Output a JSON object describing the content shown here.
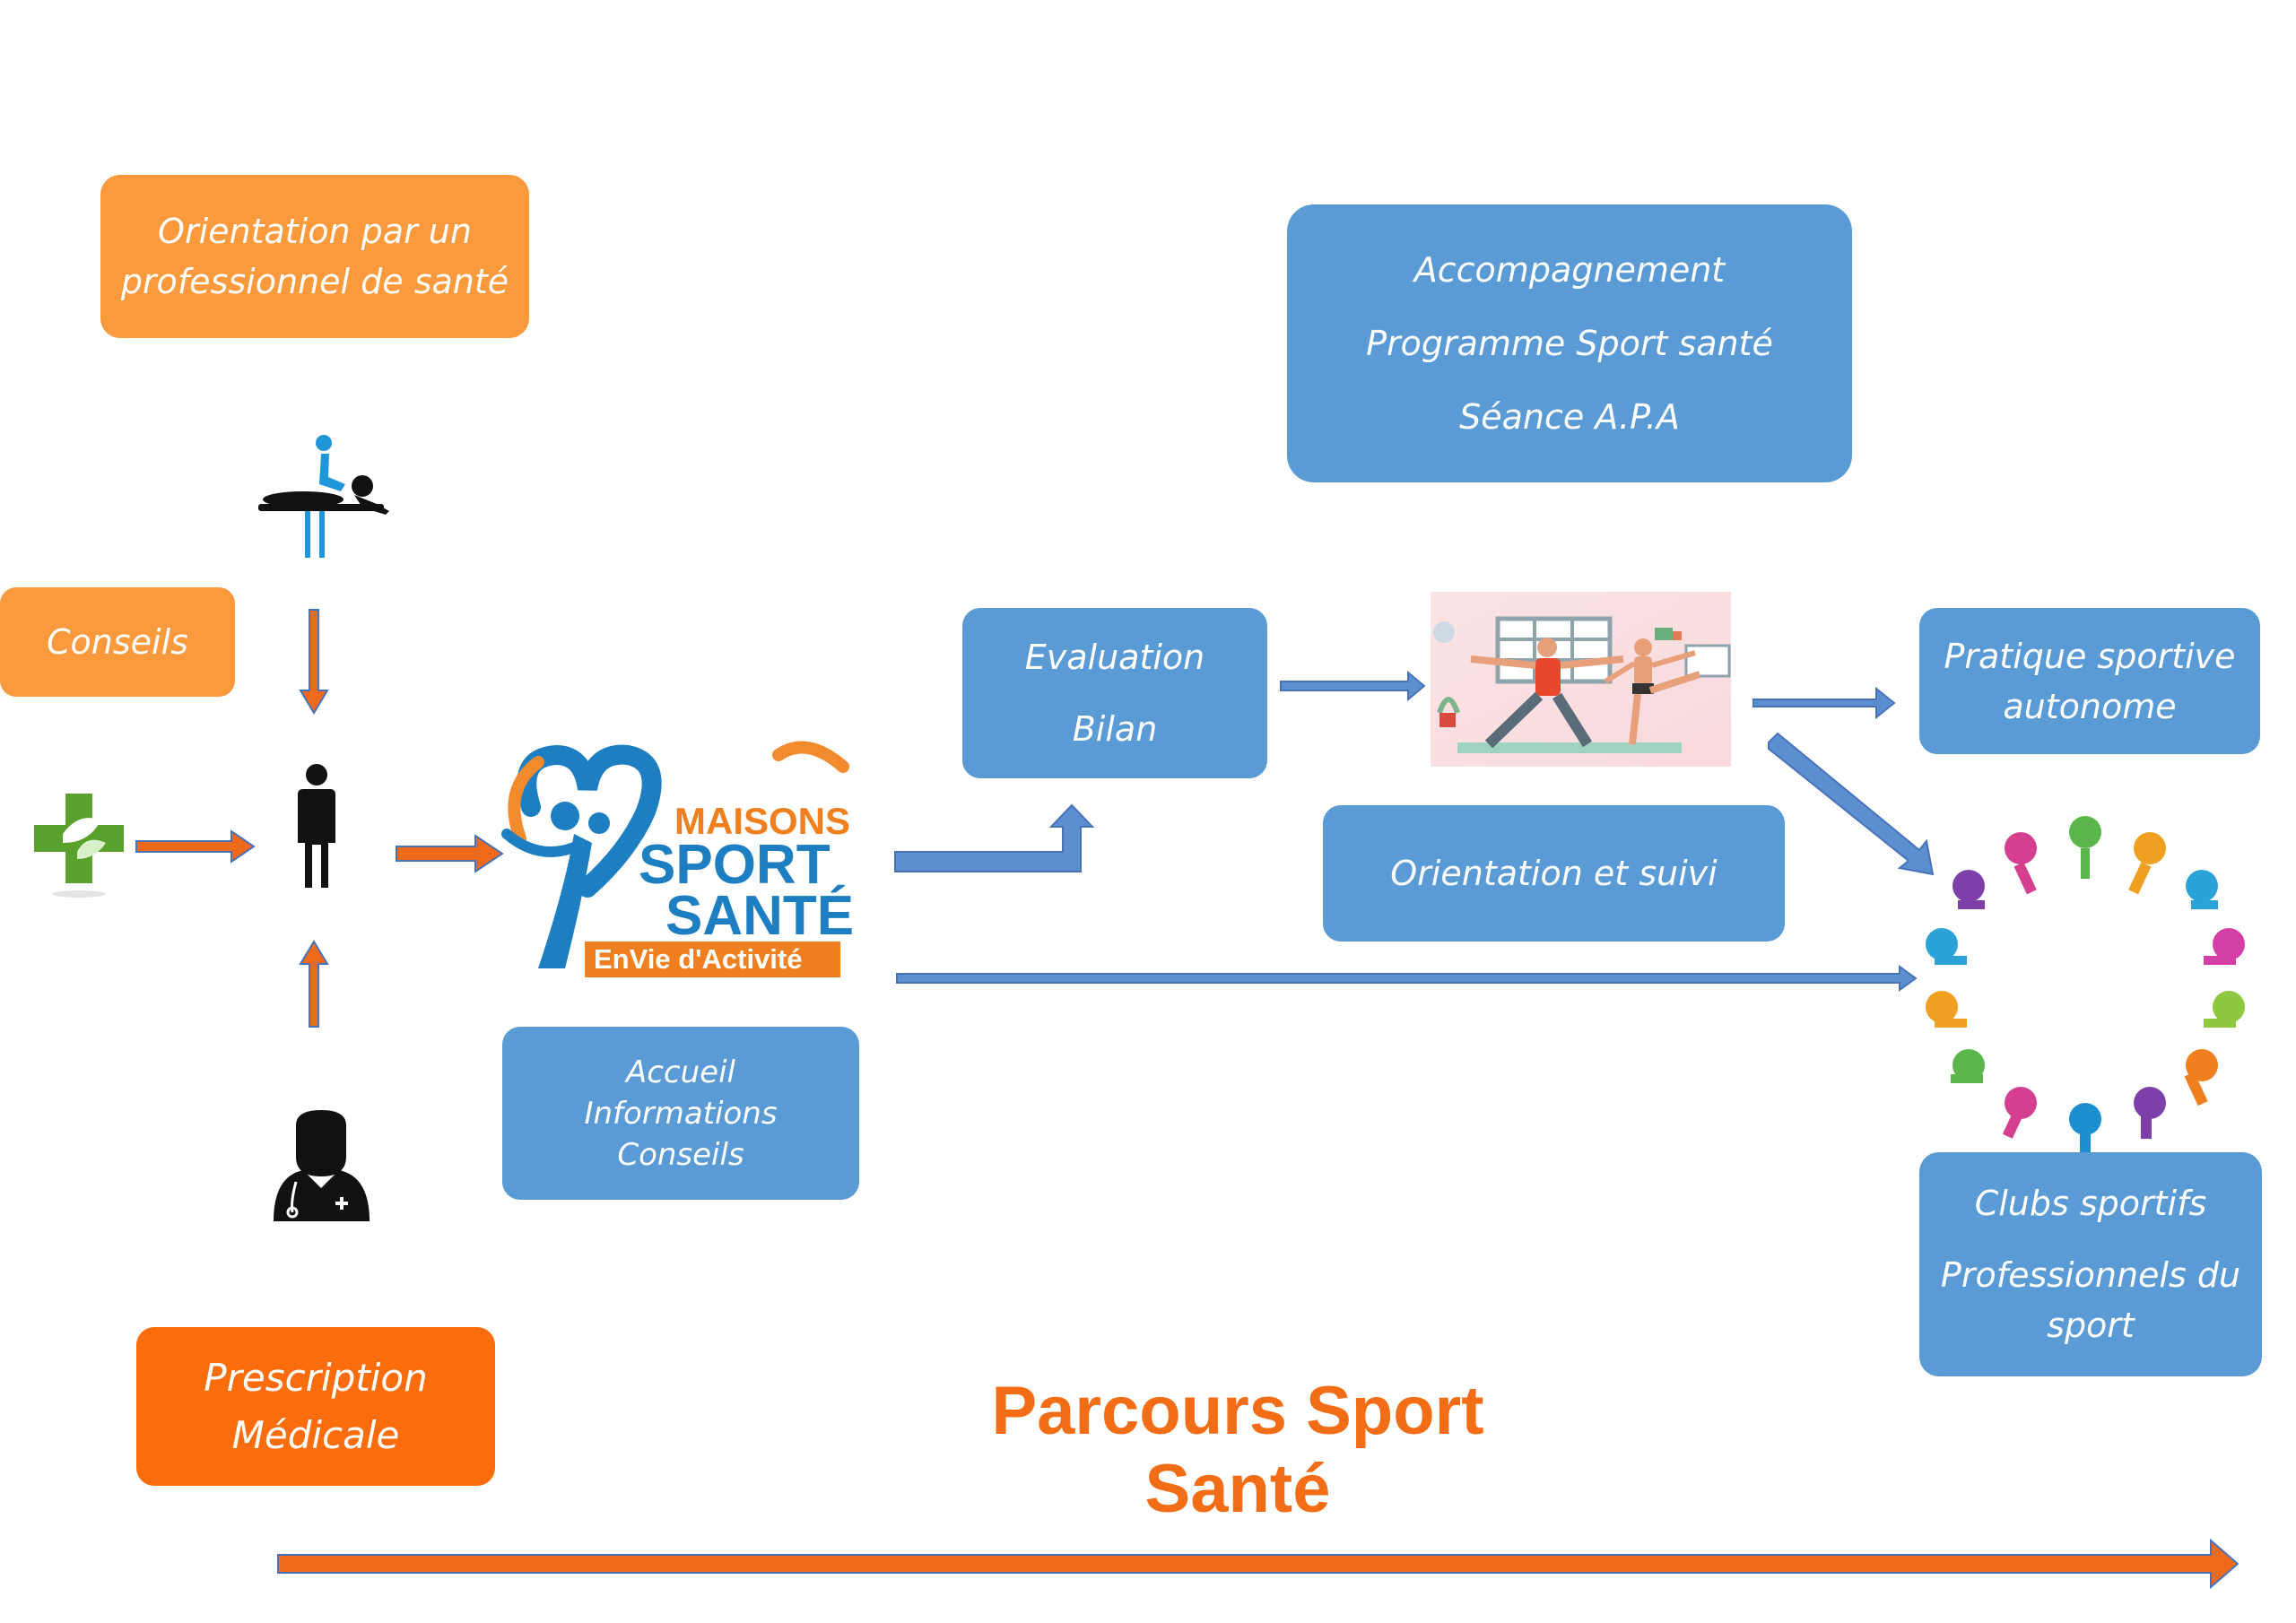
{
  "title": "Parcours Sport Santé",
  "colors": {
    "blue_box": "#5b9bd5",
    "orange_box": "#fa9a3c",
    "orange_dark_box": "#fb6d0c",
    "title": "#f36d16",
    "arrow_orange": "#ee6a1a",
    "arrow_blue": "#5b8fcf",
    "arrow_outline": "#4a72b8"
  },
  "boxes": {
    "orientation_pro": [
      "Orientation par un",
      "professionnel de santé"
    ],
    "conseils": "Conseils",
    "prescription": [
      "Prescription",
      "Médicale"
    ],
    "accueil": [
      "Accueil",
      "Informations",
      "Conseils"
    ],
    "evaluation": [
      "Evaluation",
      "Bilan"
    ],
    "accompagnement": [
      "Accompagnement",
      "Programme Sport santé",
      "Séance A.P.A"
    ],
    "orientation_suivi": "Orientation et suivi",
    "pratique": [
      "Pratique sportive",
      "autonome"
    ],
    "clubs": [
      "Clubs sportifs",
      "Professionnels du",
      "sport"
    ]
  },
  "logo": {
    "line1": "MAISONS",
    "line2": "SPORT",
    "line3": "SANTÉ",
    "tagline": "EnVie d'Activité"
  },
  "icons": [
    "physiotherapy-icon",
    "pharmacy-cross-icon",
    "person-icon",
    "doctor-icon",
    "yoga-exercise-illustration",
    "sports-circle-illustration"
  ]
}
